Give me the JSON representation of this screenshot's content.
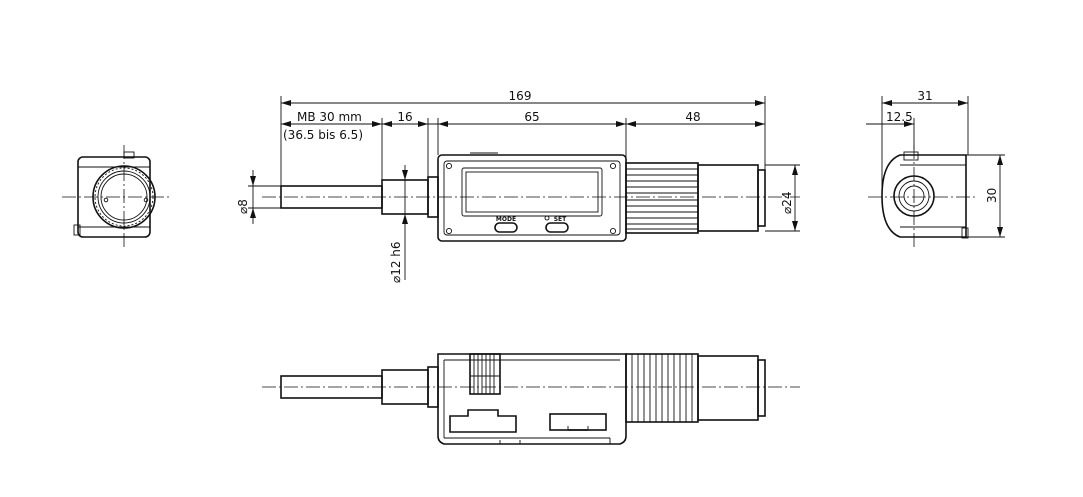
{
  "dimensions": {
    "overall_length": "169",
    "stroke_label": "MB 30 mm",
    "stroke_range": "(36.5 bis 6.5)",
    "sleeve_length": "16",
    "display_length": "65",
    "thimble_length": "48",
    "spindle_diameter": "⌀8",
    "sleeve_diameter": "⌀12 h6",
    "thimble_diameter": "⌀24",
    "side_width": "31",
    "side_offset": "12.5",
    "side_height": "30"
  },
  "buttons": {
    "mode_label": "MODE",
    "set_label": "SET"
  }
}
